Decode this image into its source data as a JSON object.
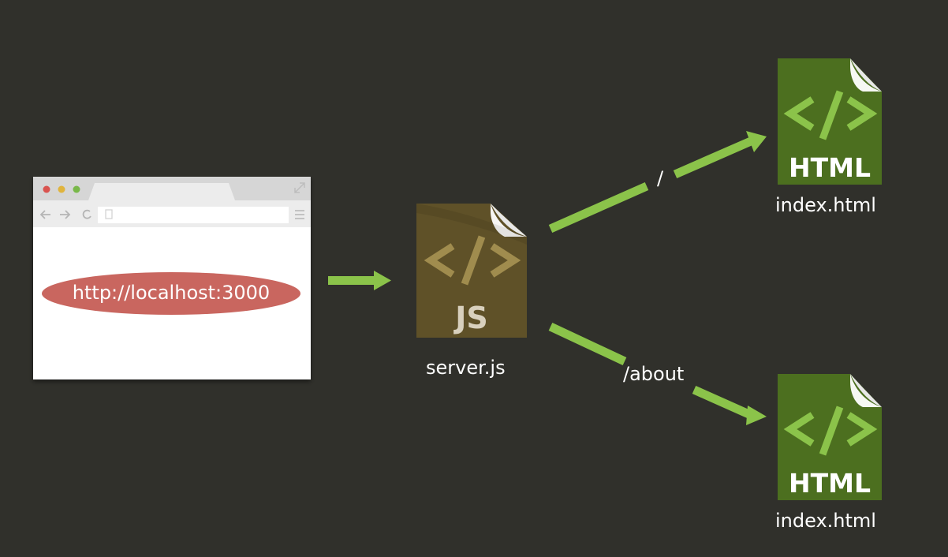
{
  "browser": {
    "url": "http://localhost:3000",
    "dots": [
      "#d9534f",
      "#e0b43c",
      "#79b84a"
    ]
  },
  "server": {
    "badge": "JS",
    "label": "server.js",
    "color": "#5f5128"
  },
  "routes": [
    {
      "path": "/",
      "file_badge": "HTML",
      "file_label": "index.html"
    },
    {
      "path": "/about",
      "file_badge": "HTML",
      "file_label": "index.html"
    }
  ],
  "colors": {
    "background": "#30302b",
    "arrow": "#8bc34a",
    "html_file": "#4c6f1f",
    "url_pill": "#c9665f"
  },
  "icons": [
    "browser-window-icon",
    "js-file-icon",
    "html-file-icon",
    "arrow-icon"
  ]
}
